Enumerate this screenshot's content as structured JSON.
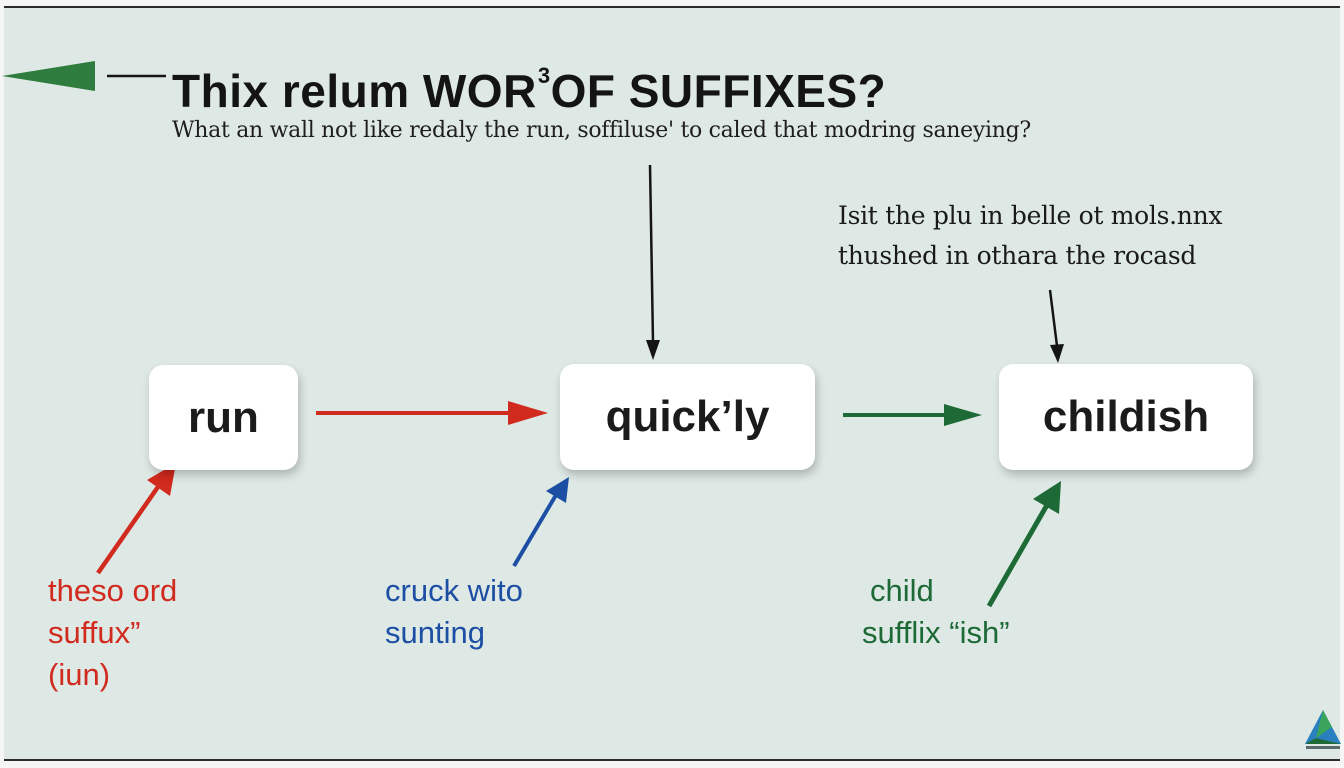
{
  "title": {
    "main": "Thix relum WOR",
    "sup": "3",
    "rest": "OF SUFFIXES?"
  },
  "subtitle": "What an wall not like redaly the run, soffiluse' to caled that modring saneying?",
  "note": {
    "line1": "Isit the plu in belle ot mols.nnx",
    "line2": "thushed in othara the rocasd"
  },
  "boxes": {
    "run": "run",
    "quickly": "quick’ly",
    "childish": "childish"
  },
  "captions": {
    "red": [
      "theso ord",
      "suffux”",
      "(iun)"
    ],
    "blue": [
      "cruck wito",
      "sunting"
    ],
    "green": [
      "child",
      "sufflix “ish”"
    ]
  },
  "colors": {
    "red": "#d12a1e",
    "blue": "#1c4fa4",
    "green": "#1d6a36",
    "dark_green": "#2e7d3e",
    "black": "#141414",
    "background": "#dee8e5"
  },
  "icons": {
    "header_arrow": "left-arrow-icon",
    "logo": "triangle-logo-icon"
  }
}
